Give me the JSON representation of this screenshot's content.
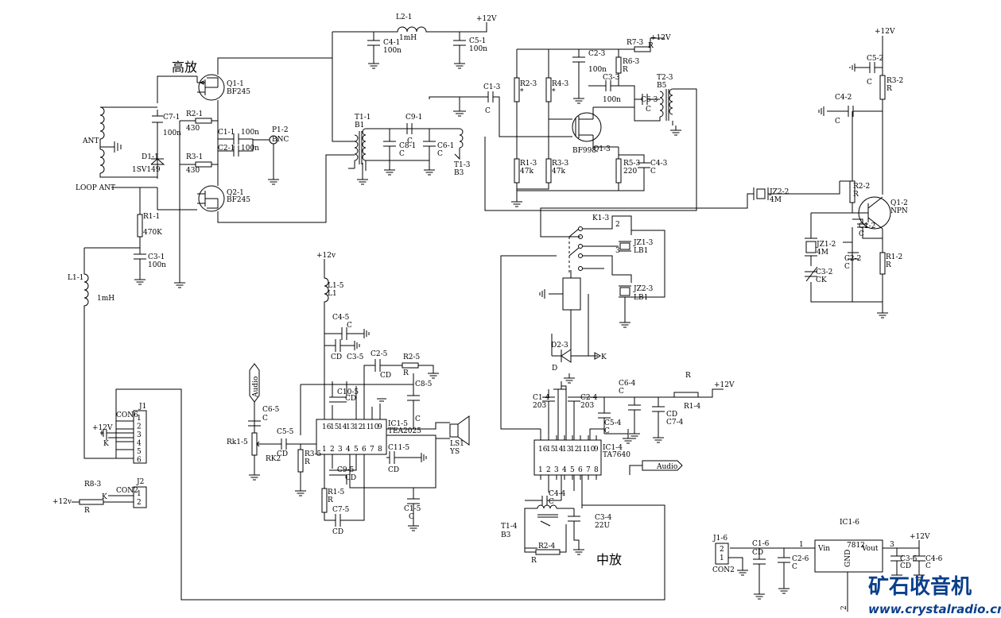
{
  "sections": {
    "rf_amp": "高放",
    "if_amp": "中放"
  },
  "power": {
    "plus12v": "+12V",
    "plus12v_lower": "+12v"
  },
  "antenna": {
    "ant": "ANT",
    "loop_ant": "LOOP ANT"
  },
  "transistors": {
    "q1_1": {
      "ref": "Q1-1",
      "value": "BF245"
    },
    "q2_1": {
      "ref": "Q2-1",
      "value": "BF245"
    },
    "q1_3": {
      "ref": "Q1-3",
      "value": "BF998"
    },
    "q1_2": {
      "ref": "Q1-2",
      "value": "NPN"
    }
  },
  "resistors": {
    "r2_1": {
      "ref": "R2-1",
      "value": "430"
    },
    "r3_1": {
      "ref": "R3-1",
      "value": "430"
    },
    "r1_1": {
      "ref": "R1-1",
      "value": "470K"
    },
    "r2_3": {
      "ref": "R2-3",
      "value": "*"
    },
    "r4_3": {
      "ref": "R4-3",
      "value": "*"
    },
    "r1_3": {
      "ref": "R1-3",
      "value": "47k"
    },
    "r3_3": {
      "ref": "R3-3",
      "value": "47k"
    },
    "r5_3": {
      "ref": "R5-3",
      "value": "220"
    },
    "r6_3": {
      "ref": "R6-3",
      "value": "R"
    },
    "r7_3": {
      "ref": "R7-3",
      "value": "R"
    },
    "r3_2": {
      "ref": "R3-2",
      "value": "R"
    },
    "r2_2": {
      "ref": "R2-2",
      "value": "R"
    },
    "r1_2": {
      "ref": "R1-2",
      "value": "R"
    },
    "r2_5": {
      "ref": "R2-5",
      "value": "R"
    },
    "r3_5": {
      "ref": "R3-5",
      "value": "R"
    },
    "r1_5": {
      "ref": "R1-5",
      "value": "R"
    },
    "rk1_5": {
      "ref": "Rk1-5",
      "value": "RK2"
    },
    "r8_3": {
      "ref": "R8-3",
      "value": "R"
    },
    "r1_4": {
      "ref": "R1-4",
      "value": "R"
    },
    "r2_4": {
      "ref": "R2-4",
      "value": "R"
    }
  },
  "capacitors": {
    "c7_1": {
      "ref": "C7-1",
      "value": "100n"
    },
    "c1_1": {
      "ref": "C1-1",
      "value": "100n"
    },
    "c2_1": {
      "ref": "C2-1",
      "value": "100n"
    },
    "c3_1": {
      "ref": "C3-1",
      "value": "100n"
    },
    "c4_1": {
      "ref": "C4-1",
      "value": "100n"
    },
    "c5_1": {
      "ref": "C5-1",
      "value": "100n"
    },
    "c9_1": {
      "ref": "C9-1",
      "value": "C"
    },
    "c8_1": {
      "ref": "C8-1",
      "value": "C"
    },
    "c6_1": {
      "ref": "C6-1",
      "value": "C"
    },
    "c1_3": {
      "ref": "C1-3",
      "value": "C"
    },
    "c2_3": {
      "ref": "C2-3",
      "value": "100n"
    },
    "c3_3": {
      "ref": "C3-3",
      "value": "100n"
    },
    "c6_3": {
      "ref": "C6-3",
      "value": "C"
    },
    "c4_3": {
      "ref": "C4-3",
      "value": "C"
    },
    "c5_2": {
      "ref": "C5-2",
      "value": "C"
    },
    "c4_2": {
      "ref": "C4-2",
      "value": "C"
    },
    "c1_2": {
      "ref": "C1-2",
      "value": "C"
    },
    "c2_2": {
      "ref": "C2-2",
      "value": "C"
    },
    "c3_2": {
      "ref": "C3-2",
      "value": "CK"
    },
    "c4_5": {
      "ref": "C4-5",
      "value": "C"
    },
    "c3_5": {
      "ref": "C3-5",
      "value": "CD"
    },
    "c2_5": {
      "ref": "C2-5",
      "value": "CD"
    },
    "c10_5": {
      "ref": "C10-5",
      "value": "CD"
    },
    "c8_5": {
      "ref": "C8-5",
      "value": "C"
    },
    "c6_5": {
      "ref": "C6-5",
      "value": "C"
    },
    "c5_5": {
      "ref": "C5-5",
      "value": "CD"
    },
    "c11_5": {
      "ref": "C11-5",
      "value": "CD"
    },
    "c9_5": {
      "ref": "C9-5",
      "value": "CD"
    },
    "c7_5": {
      "ref": "C7-5",
      "value": "CD"
    },
    "c1_5": {
      "ref": "C1-5",
      "value": "C"
    },
    "c6_4": {
      "ref": "C6-4",
      "value": "C"
    },
    "c1_4": {
      "ref": "C1-4",
      "value": "203"
    },
    "c2_4": {
      "ref": "C2-4",
      "value": "203"
    },
    "c5_4": {
      "ref": "C5-4",
      "value": "C"
    },
    "c7_4": {
      "ref": "C7-4",
      "value": "CD"
    },
    "c4_4": {
      "ref": "C4-4",
      "value": "C"
    },
    "c3_4": {
      "ref": "C3-4",
      "value": "22U"
    },
    "c1_6": {
      "ref": "C1-6",
      "value": "CD"
    },
    "c2_6": {
      "ref": "C2-6",
      "value": "C"
    },
    "c3_6": {
      "ref": "C3-6",
      "value": "CD"
    },
    "c4_6": {
      "ref": "C4-6",
      "value": "C"
    }
  },
  "inductors": {
    "l2_1": {
      "ref": "L2-1",
      "value": "1mH"
    },
    "l1_1": {
      "ref": "L1-1",
      "value": "1mH"
    },
    "l1_5": {
      "ref": "L1-5",
      "value": "L1"
    }
  },
  "transformers": {
    "t1_1": {
      "ref": "T1-1",
      "value": "B1"
    },
    "t1_3": {
      "ref": "T1-3",
      "value": "B3"
    },
    "t2_3": {
      "ref": "T2-3",
      "value": "B5"
    },
    "t1_4": {
      "ref": "T1-4",
      "value": "B3"
    }
  },
  "diodes": {
    "d1_1": {
      "ref": "D1-1",
      "value": "1SV149"
    },
    "d2_3": {
      "ref": "D2-3",
      "value": "D"
    }
  },
  "crystals": {
    "jz2_2": {
      "ref": "JZ2-2",
      "value": "4M"
    },
    "jz1_2": {
      "ref": "JZ1-2",
      "value": "4M"
    },
    "jz1_3": {
      "ref": "JZ1-3",
      "value": "LB1"
    },
    "jz2_3": {
      "ref": "JZ2-3",
      "value": "LB1"
    }
  },
  "misc": {
    "p1_2": {
      "ref": "P1-2",
      "value": "BNC"
    },
    "k1_3": "K1-3",
    "ls1": {
      "ref": "LS1",
      "value": "YS"
    },
    "k": "K"
  },
  "ics": {
    "ic1_5": {
      "ref": "IC1-5",
      "value": "TEA2025",
      "pins_top": [
        "16",
        "15",
        "14",
        "13",
        "12",
        "11",
        "10",
        "9"
      ],
      "pins_bottom": [
        "1",
        "2",
        "3",
        "4",
        "5",
        "6",
        "7",
        "8"
      ]
    },
    "ic1_4": {
      "ref": "IC1-4",
      "value": "TA7640",
      "pins_top": [
        "16",
        "15",
        "14",
        "13",
        "12",
        "11",
        "10",
        "9"
      ],
      "pins_bottom": [
        "1",
        "2",
        "3",
        "4",
        "5",
        "6",
        "7",
        "8"
      ]
    },
    "ic1_6": {
      "ref": "IC1-6",
      "value": "7812",
      "vin": "Vin",
      "vout": "Vout",
      "gnd": "GND",
      "pin1": "1",
      "pin2": "2",
      "pin3": "3"
    }
  },
  "connectors": {
    "j1": {
      "ref": "J1",
      "value": "CON6",
      "pins": [
        "1",
        "2",
        "3",
        "4",
        "5",
        "6"
      ]
    },
    "j2": {
      "ref": "J2",
      "value": "CON2",
      "pins": [
        "1",
        "2"
      ]
    },
    "j1_6": {
      "ref": "J1-6",
      "value": "CON2",
      "pins": [
        "2",
        "1"
      ]
    }
  },
  "audio": {
    "port": "Audio"
  },
  "watermark": {
    "title": "矿石收音机",
    "url": "www.crystalradio.cn",
    "color": "#0a3f8c"
  }
}
